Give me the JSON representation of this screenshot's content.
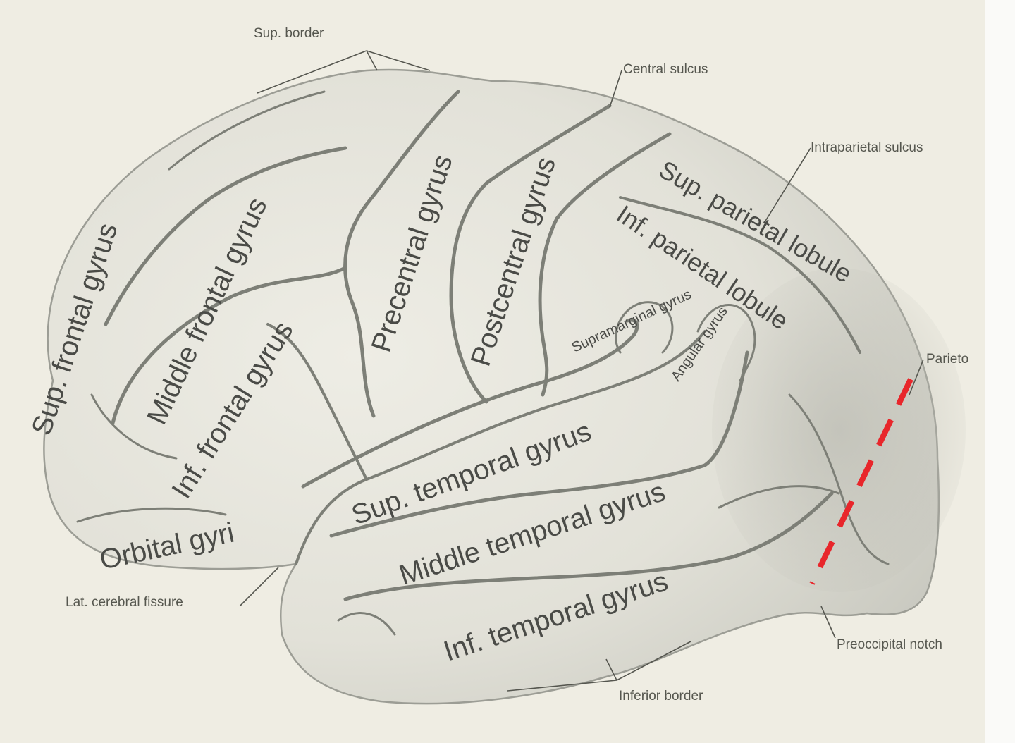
{
  "labels": {
    "sup_frontal_gyrus": "Sup. frontal gyrus",
    "middle_frontal_gyrus": "Middle frontal gyrus",
    "inf_frontal_gyrus": "Inf. frontal gyrus",
    "precentral_gyrus": "Precentral gyrus",
    "postcentral_gyrus": "Postcentral gyrus",
    "sup_parietal_lobule": "Sup. parietal lobule",
    "inf_parietal_lobule": "Inf. parietal lobule",
    "supramarginal_gyrus": "Supramarginal gyrus",
    "angular_gyrus": "Angular gyrus",
    "orbital_gyri": "Orbital gyri",
    "sup_temporal_gyrus": "Sup. temporal gyrus",
    "middle_temporal_gyrus": "Middle temporal gyrus",
    "inf_temporal_gyrus": "Inf. temporal gyrus"
  },
  "callouts": {
    "sup_border": "Sup. border",
    "central_sulcus": "Central sulcus",
    "intraparietal_sulcus": "Intraparietal sulcus",
    "parieto": "Parieto",
    "lat_cerebral_fissure": "Lat. cerebral fissure",
    "preoccipital_notch": "Preoccipital notch",
    "inferior_border": "Inferior border"
  },
  "colors": {
    "background": "#efede3",
    "brain_fill": "#e6e5dc",
    "sulcus_line": "#7d7f77",
    "label_text": "#4a4b47",
    "dashed_marker": "#e8262b"
  }
}
